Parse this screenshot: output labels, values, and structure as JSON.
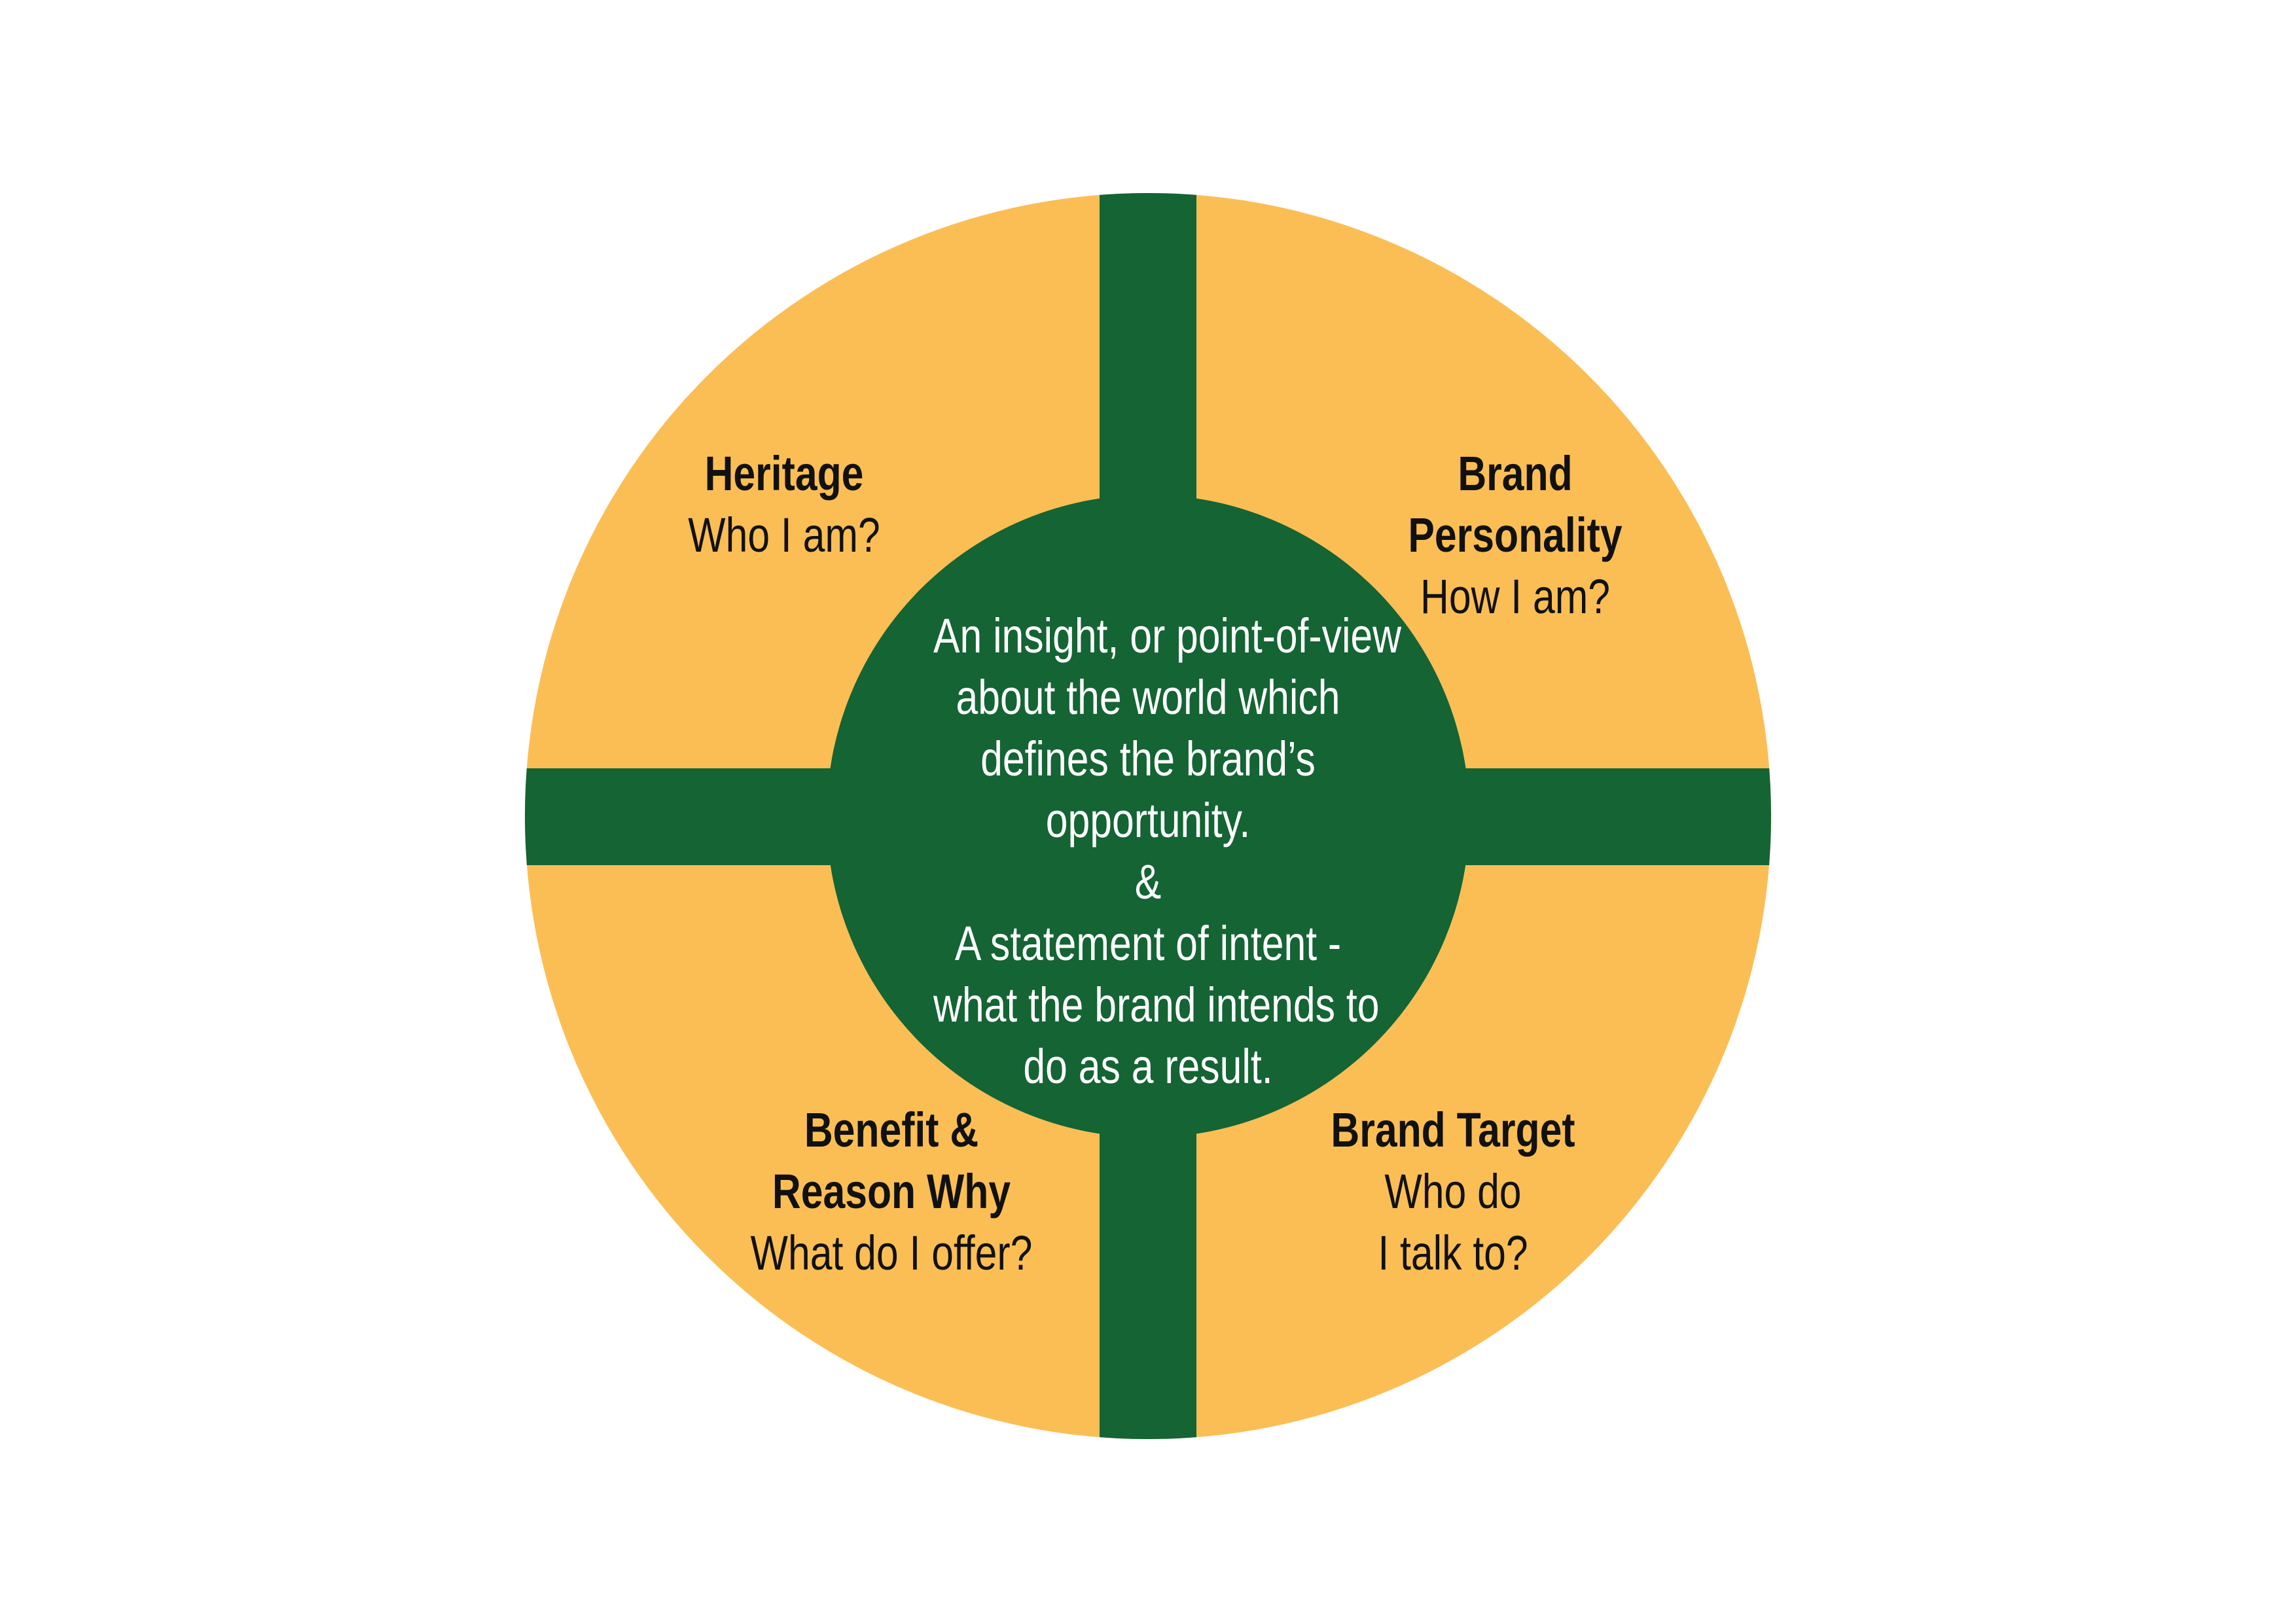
{
  "colors": {
    "background": "#ffffff",
    "quadrant_fill": "#FBBE55",
    "cross_and_core": "#146434",
    "label_text": "#111111",
    "core_text": "#ffffff"
  },
  "quadrants": {
    "top_left": {
      "title_lines": [
        "Heritage"
      ],
      "question_lines": [
        "Who I am?"
      ]
    },
    "top_right": {
      "title_lines": [
        "Brand",
        "Personality"
      ],
      "question_lines": [
        "How I am?"
      ]
    },
    "bottom_left": {
      "title_lines": [
        "Benefit &",
        "Reason Why"
      ],
      "question_lines": [
        "What do I offer?"
      ]
    },
    "bottom_right": {
      "title_lines": [
        "Brand Target"
      ],
      "question_lines": [
        "Who do",
        "I talk to?"
      ]
    }
  },
  "core": {
    "lines": [
      "An insight, or point-of-view",
      "about the world which",
      "defines the brand’s",
      "opportunity.",
      "&",
      "A statement of intent -",
      "what the brand intends to",
      "do as a result."
    ]
  }
}
